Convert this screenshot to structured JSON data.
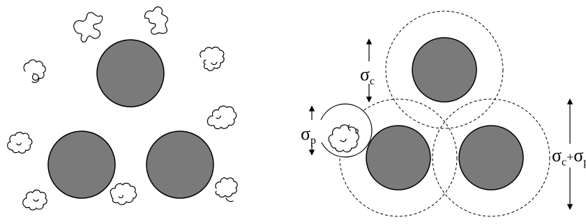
{
  "colors": {
    "colloid_fill": "#7a7a7a",
    "stroke": "#000000",
    "background": "#ffffff"
  },
  "labels": {
    "sigma": "σ",
    "sub_c": "c",
    "sub_p": "p",
    "plus": "+"
  }
}
